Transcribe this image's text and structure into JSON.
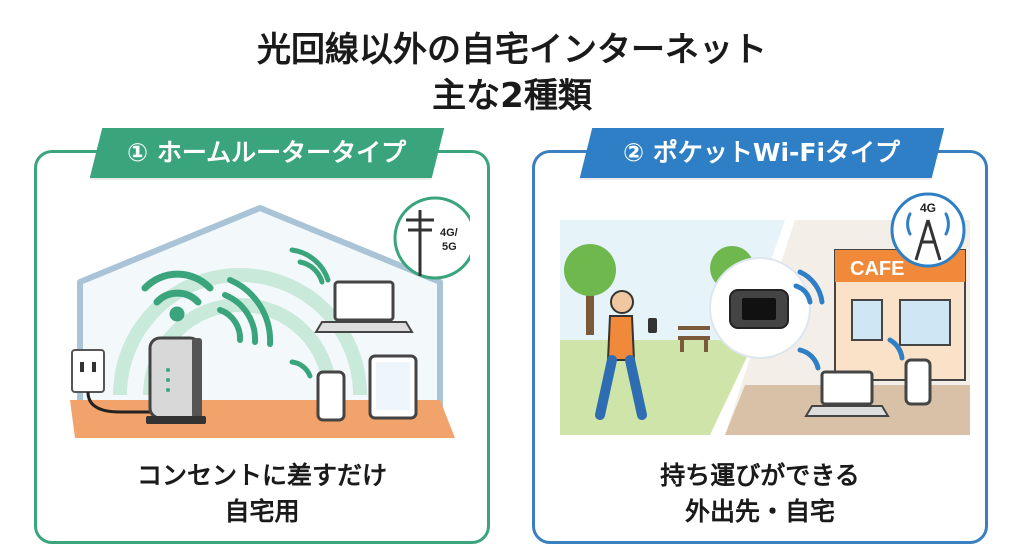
{
  "title": {
    "line1": "光回線以外の自宅インターネット",
    "line2": "主な2種類"
  },
  "left": {
    "banner": "① ホームルータータイプ",
    "pole_label_1": "4G/",
    "pole_label_2": "5G",
    "caption_line1": "コンセントに差すだけ",
    "caption_line2": "自宅用",
    "colors": {
      "accent": "#3aa57c",
      "floor": "#f2a36b",
      "house": "#a9c4d6",
      "wave": "#3aa57c"
    }
  },
  "right": {
    "banner": "② ポケットWi-Fiタイプ",
    "tower_label": "4G",
    "cafe_sign": "CAFE",
    "caption_line1": "持ち運びができる",
    "caption_line2": "外出先・自宅",
    "colors": {
      "accent": "#2f7fc6",
      "cafe_awning": "#f08a3a",
      "wave": "#2f7fc6"
    }
  }
}
